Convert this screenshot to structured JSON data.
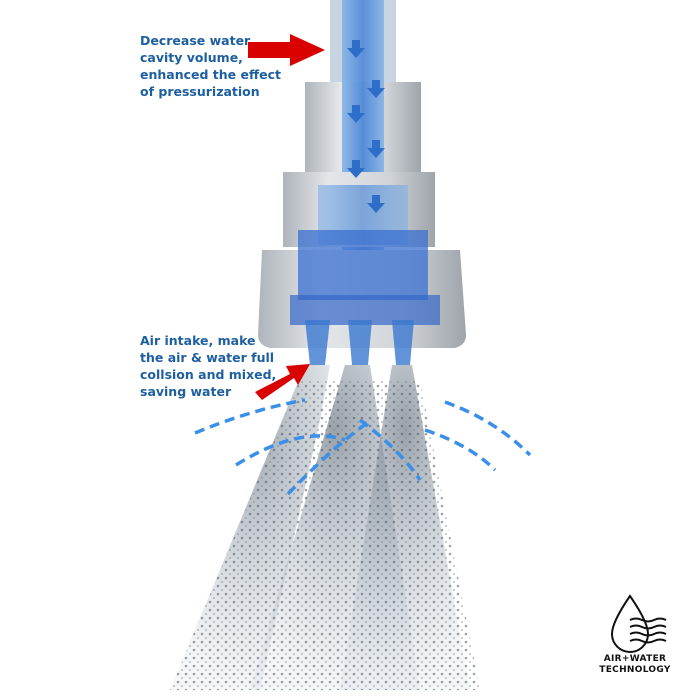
{
  "callouts": {
    "top": "Decrease water\ncavity volume,\nenhanced the effect\nof pressurization",
    "bottom": "Air intake,  make\nthe air & water full\ncollsion and mixed,\nsaving water"
  },
  "logo": {
    "line1": "AIR+WATER",
    "line2": "TECHNOLOGY"
  },
  "colors": {
    "text": "#1d5fa0",
    "arrow": "#d90000",
    "water": "#3a78d0",
    "airflow": "#3a8fe8",
    "metal": "#c9ced3"
  }
}
